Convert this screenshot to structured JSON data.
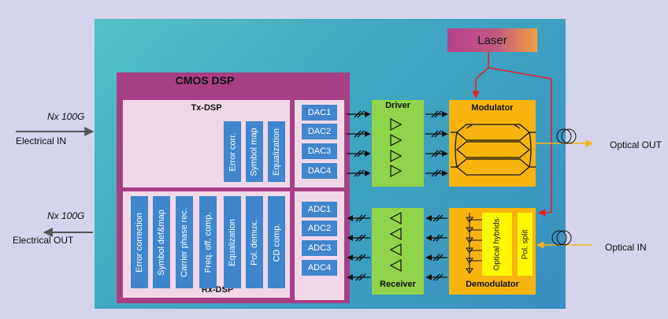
{
  "laser": "Laser",
  "cmos": {
    "title": "CMOS DSP",
    "tx": {
      "title": "Tx-DSP",
      "blocks": [
        "Error corr.",
        "Symbol map",
        "Equalization"
      ]
    },
    "rx": {
      "title": "Rx-DSP",
      "blocks": [
        "Error correction",
        "Symbol def&map",
        "Carrier phase rec.",
        "Freq. off. comp.",
        "Equalization",
        "Pol. demux.",
        "CD comp."
      ]
    },
    "dacs": [
      "DAC1",
      "DAC2",
      "DAC3",
      "DAC4"
    ],
    "adcs": [
      "ADC1",
      "ADC2",
      "ADC3",
      "ADC4"
    ]
  },
  "driver": "Driver",
  "receiver": "Receiver",
  "modulator": "Modulator",
  "demodulator": "Demodulator",
  "optical_hybrids": "Optical hybrids",
  "pol_split": "Pol. split",
  "left": {
    "in_rate": "Nx 100G",
    "in_label": "Electrical IN",
    "out_rate": "Nx 100G",
    "out_label": "Electrical OUT"
  },
  "right": {
    "out_label": "Optical OUT",
    "in_label": "Optical IN"
  },
  "colors": {
    "board": "#3ea7c0",
    "cmos": "#a73f86",
    "dsp_block": "#3f86cc",
    "driver": "#8fd44a",
    "modulator": "#f7b40f",
    "laser_line": "#e8202a",
    "optical_line": "#f7b40f"
  }
}
